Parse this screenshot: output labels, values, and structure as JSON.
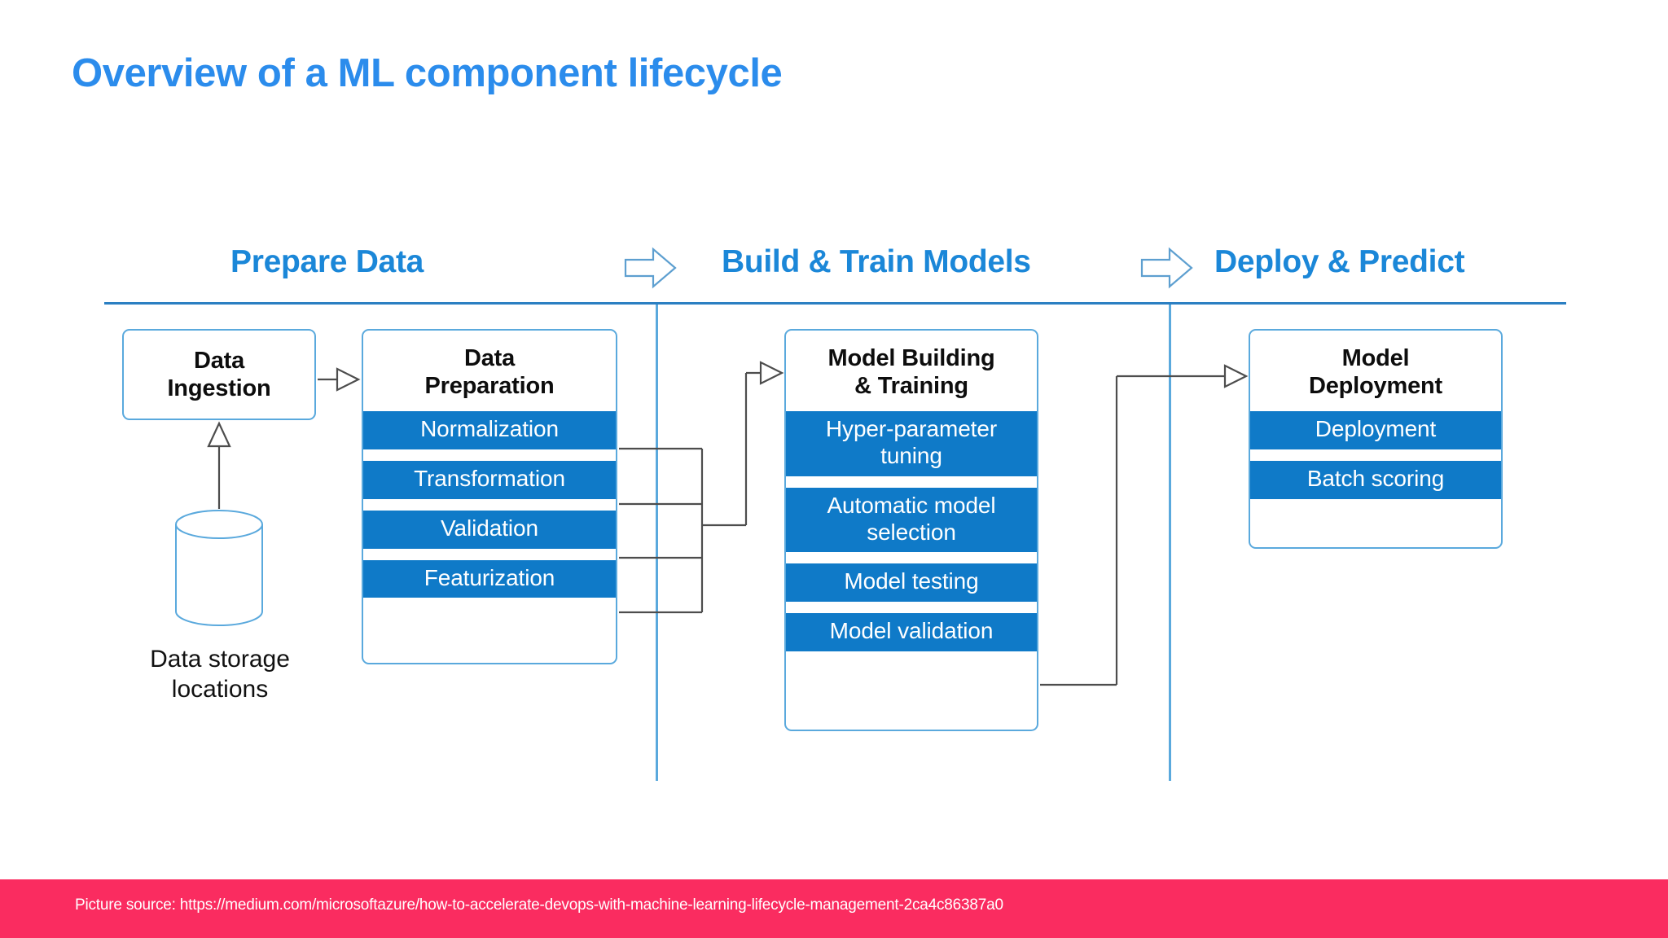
{
  "slide": {
    "title": "Overview of a ML component lifecycle",
    "title_color": "#2b8cec",
    "background": "#ffffff"
  },
  "phases": [
    {
      "label": "Prepare Data",
      "color": "#1b87d8"
    },
    {
      "label": "Build & Train Models",
      "color": "#1b87d8"
    },
    {
      "label": "Deploy & Predict",
      "color": "#1b87d8"
    }
  ],
  "phase_arrows": [
    {
      "name": "phase-arrow-prepare-to-build",
      "direction": "right"
    },
    {
      "name": "phase-arrow-build-to-deploy",
      "direction": "right"
    }
  ],
  "stages": [
    {
      "id": "data-ingestion",
      "title": "Data\nIngestion",
      "steps": []
    },
    {
      "id": "data-preparation",
      "title": "Data\nPreparation",
      "steps": [
        "Normalization",
        "Transformation",
        "Validation",
        "Featurization"
      ]
    },
    {
      "id": "model-building",
      "title": "Model Building\n& Training",
      "steps": [
        "Hyper-parameter\ntuning",
        "Automatic model\nselection",
        "Model testing",
        "Model validation"
      ]
    },
    {
      "id": "model-deployment",
      "title": "Model\nDeployment",
      "steps": [
        "Deployment",
        "Batch scoring"
      ]
    }
  ],
  "datastore": {
    "label": "Data storage\nlocations",
    "icon": "database-cylinder-icon"
  },
  "colors": {
    "step_fill": "#0f7ac8",
    "step_text": "#ffffff",
    "card_border": "#5aa9dd",
    "rule": "#2b7fc2",
    "separator": "#5aa9dd",
    "connector": "#4d4d4d",
    "footer_bg": "#fa2c60"
  },
  "footer": {
    "text": "Picture source: https://medium.com/microsoftazure/how-to-accelerate-devops-with-machine-learning-lifecycle-management-2ca4c86387a0"
  }
}
